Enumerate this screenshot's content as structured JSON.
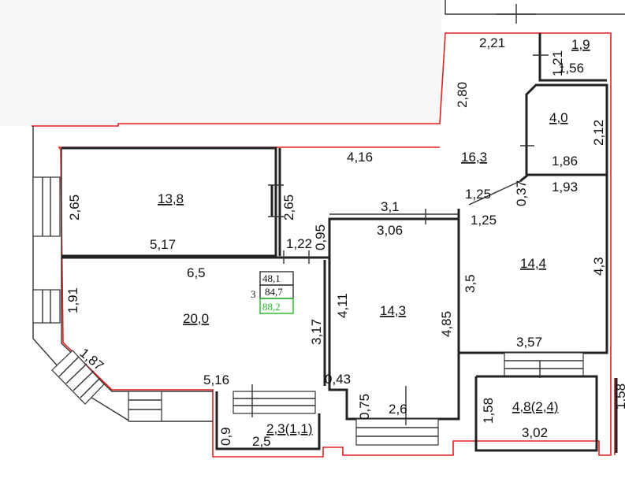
{
  "floor_plan": {
    "summary": {
      "area_1": "48,1",
      "rooms_count": "3",
      "area_2": "84,7",
      "area_total": "88,2",
      "total_color": "#22bb22"
    },
    "rooms": [
      {
        "id": "room-13-8",
        "area": "13,8"
      },
      {
        "id": "room-20-0",
        "area": "20,0"
      },
      {
        "id": "hall-16-3",
        "area": "16,3"
      },
      {
        "id": "room-14-3",
        "area": "14,3"
      },
      {
        "id": "room-14-4",
        "area": "14,4"
      },
      {
        "id": "bath-1-9",
        "area": "1,9"
      },
      {
        "id": "bath-4-0",
        "area": "4,0"
      },
      {
        "id": "balcony-2-3",
        "area": "2,3(1,1)"
      },
      {
        "id": "balcony-4-8",
        "area": "4,8(2,4)"
      }
    ],
    "dimensions": [
      "2,21",
      "1,9",
      "1,21",
      "1,56",
      "2,80",
      "4,0",
      "2,12",
      "4,16",
      "16,3",
      "1,86",
      "1,25",
      "0,37",
      "1,93",
      "2,65",
      "13,8",
      "2,65",
      "3,1",
      "3,06",
      "1,25",
      "5,17",
      "0,95",
      "1,22",
      "14,4",
      "4,3",
      "6,5",
      "3,5",
      "1,91",
      "20,0",
      "3,17",
      "4,11",
      "14,3",
      "4,85",
      "3,57",
      "1,87",
      "5,16",
      "0,43",
      "4,8(2,4)",
      "1,58",
      "0,75",
      "2,6",
      "2,3(1,1)",
      "0,9",
      "2,5",
      "3,02",
      "1,58"
    ],
    "colors": {
      "walls": "#222222",
      "boundary": "#e02020",
      "background": "#ffffff"
    }
  }
}
